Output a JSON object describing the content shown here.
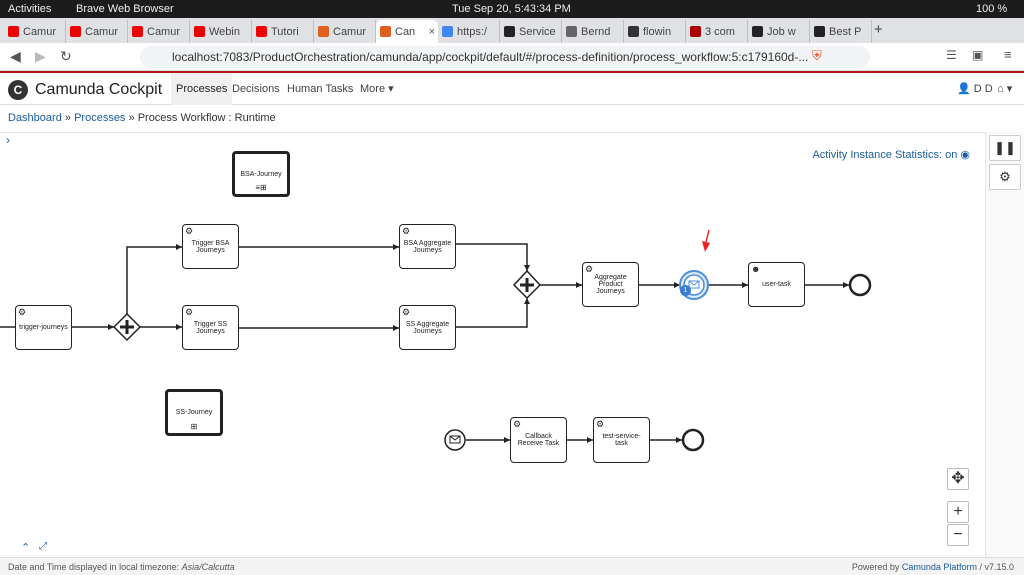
{
  "os": {
    "activities": "Activities",
    "browser": "Brave Web Browser",
    "clock": "Tue Sep 20,  5:43:34 PM",
    "battery": "100 %"
  },
  "tabs": [
    {
      "label": "Camur",
      "color": "#e00"
    },
    {
      "label": "Camur",
      "color": "#e00"
    },
    {
      "label": "Camur",
      "color": "#e00"
    },
    {
      "label": "Webin",
      "color": "#e00"
    },
    {
      "label": "Tutori",
      "color": "#e00"
    },
    {
      "label": "Camur",
      "color": "#e06020"
    },
    {
      "label": "Can",
      "color": "#e06020"
    },
    {
      "label": "https:/",
      "color": "#4285f4"
    },
    {
      "label": "Service",
      "color": "#222"
    },
    {
      "label": "Bernd",
      "color": "#666"
    },
    {
      "label": "flowin",
      "color": "#333"
    },
    {
      "label": "3 com",
      "color": "#a00"
    },
    {
      "label": "Job w",
      "color": "#222"
    },
    {
      "label": "Best P",
      "color": "#222"
    }
  ],
  "url": "localhost:7083/ProductOrchestration/camunda/app/cockpit/default/#/process-definition/process_workflow:5:c179160d-...",
  "app": {
    "title": "Camunda Cockpit",
    "menu": [
      "Processes",
      "Decisions",
      "Human Tasks",
      "More"
    ],
    "user": "D D"
  },
  "breadcrumb": {
    "dashboard": "Dashboard",
    "processes": "Processes",
    "current": "Process Workflow : Runtime"
  },
  "stats_label": "Activity Instance Statistics: on",
  "diagram": {
    "bsa_journey": "BSA-Journey",
    "ss_journey": "SS-Journey",
    "trigger_journeys": "trigger-journeys",
    "trigger_bsa": "Trigger BSA Journeys",
    "trigger_ss": "Trigger SS Journeys",
    "bsa_aggregate": "BSA Aggregate Journeys",
    "ss_aggregate": "SS Aggregate Journeys",
    "aggregate_product": "Aggregate Product Journeys",
    "user_task": "user-task",
    "callback": "Callback Receive Task",
    "test_service": "test-service-task",
    "instance_badge": "1"
  },
  "footer": {
    "timezone_text": "Date and Time displayed in local timezone:",
    "timezone": "Asia/Calcutta",
    "powered": "Powered by",
    "platform": "Camunda Platform",
    "version": "/ v7.15.0"
  }
}
